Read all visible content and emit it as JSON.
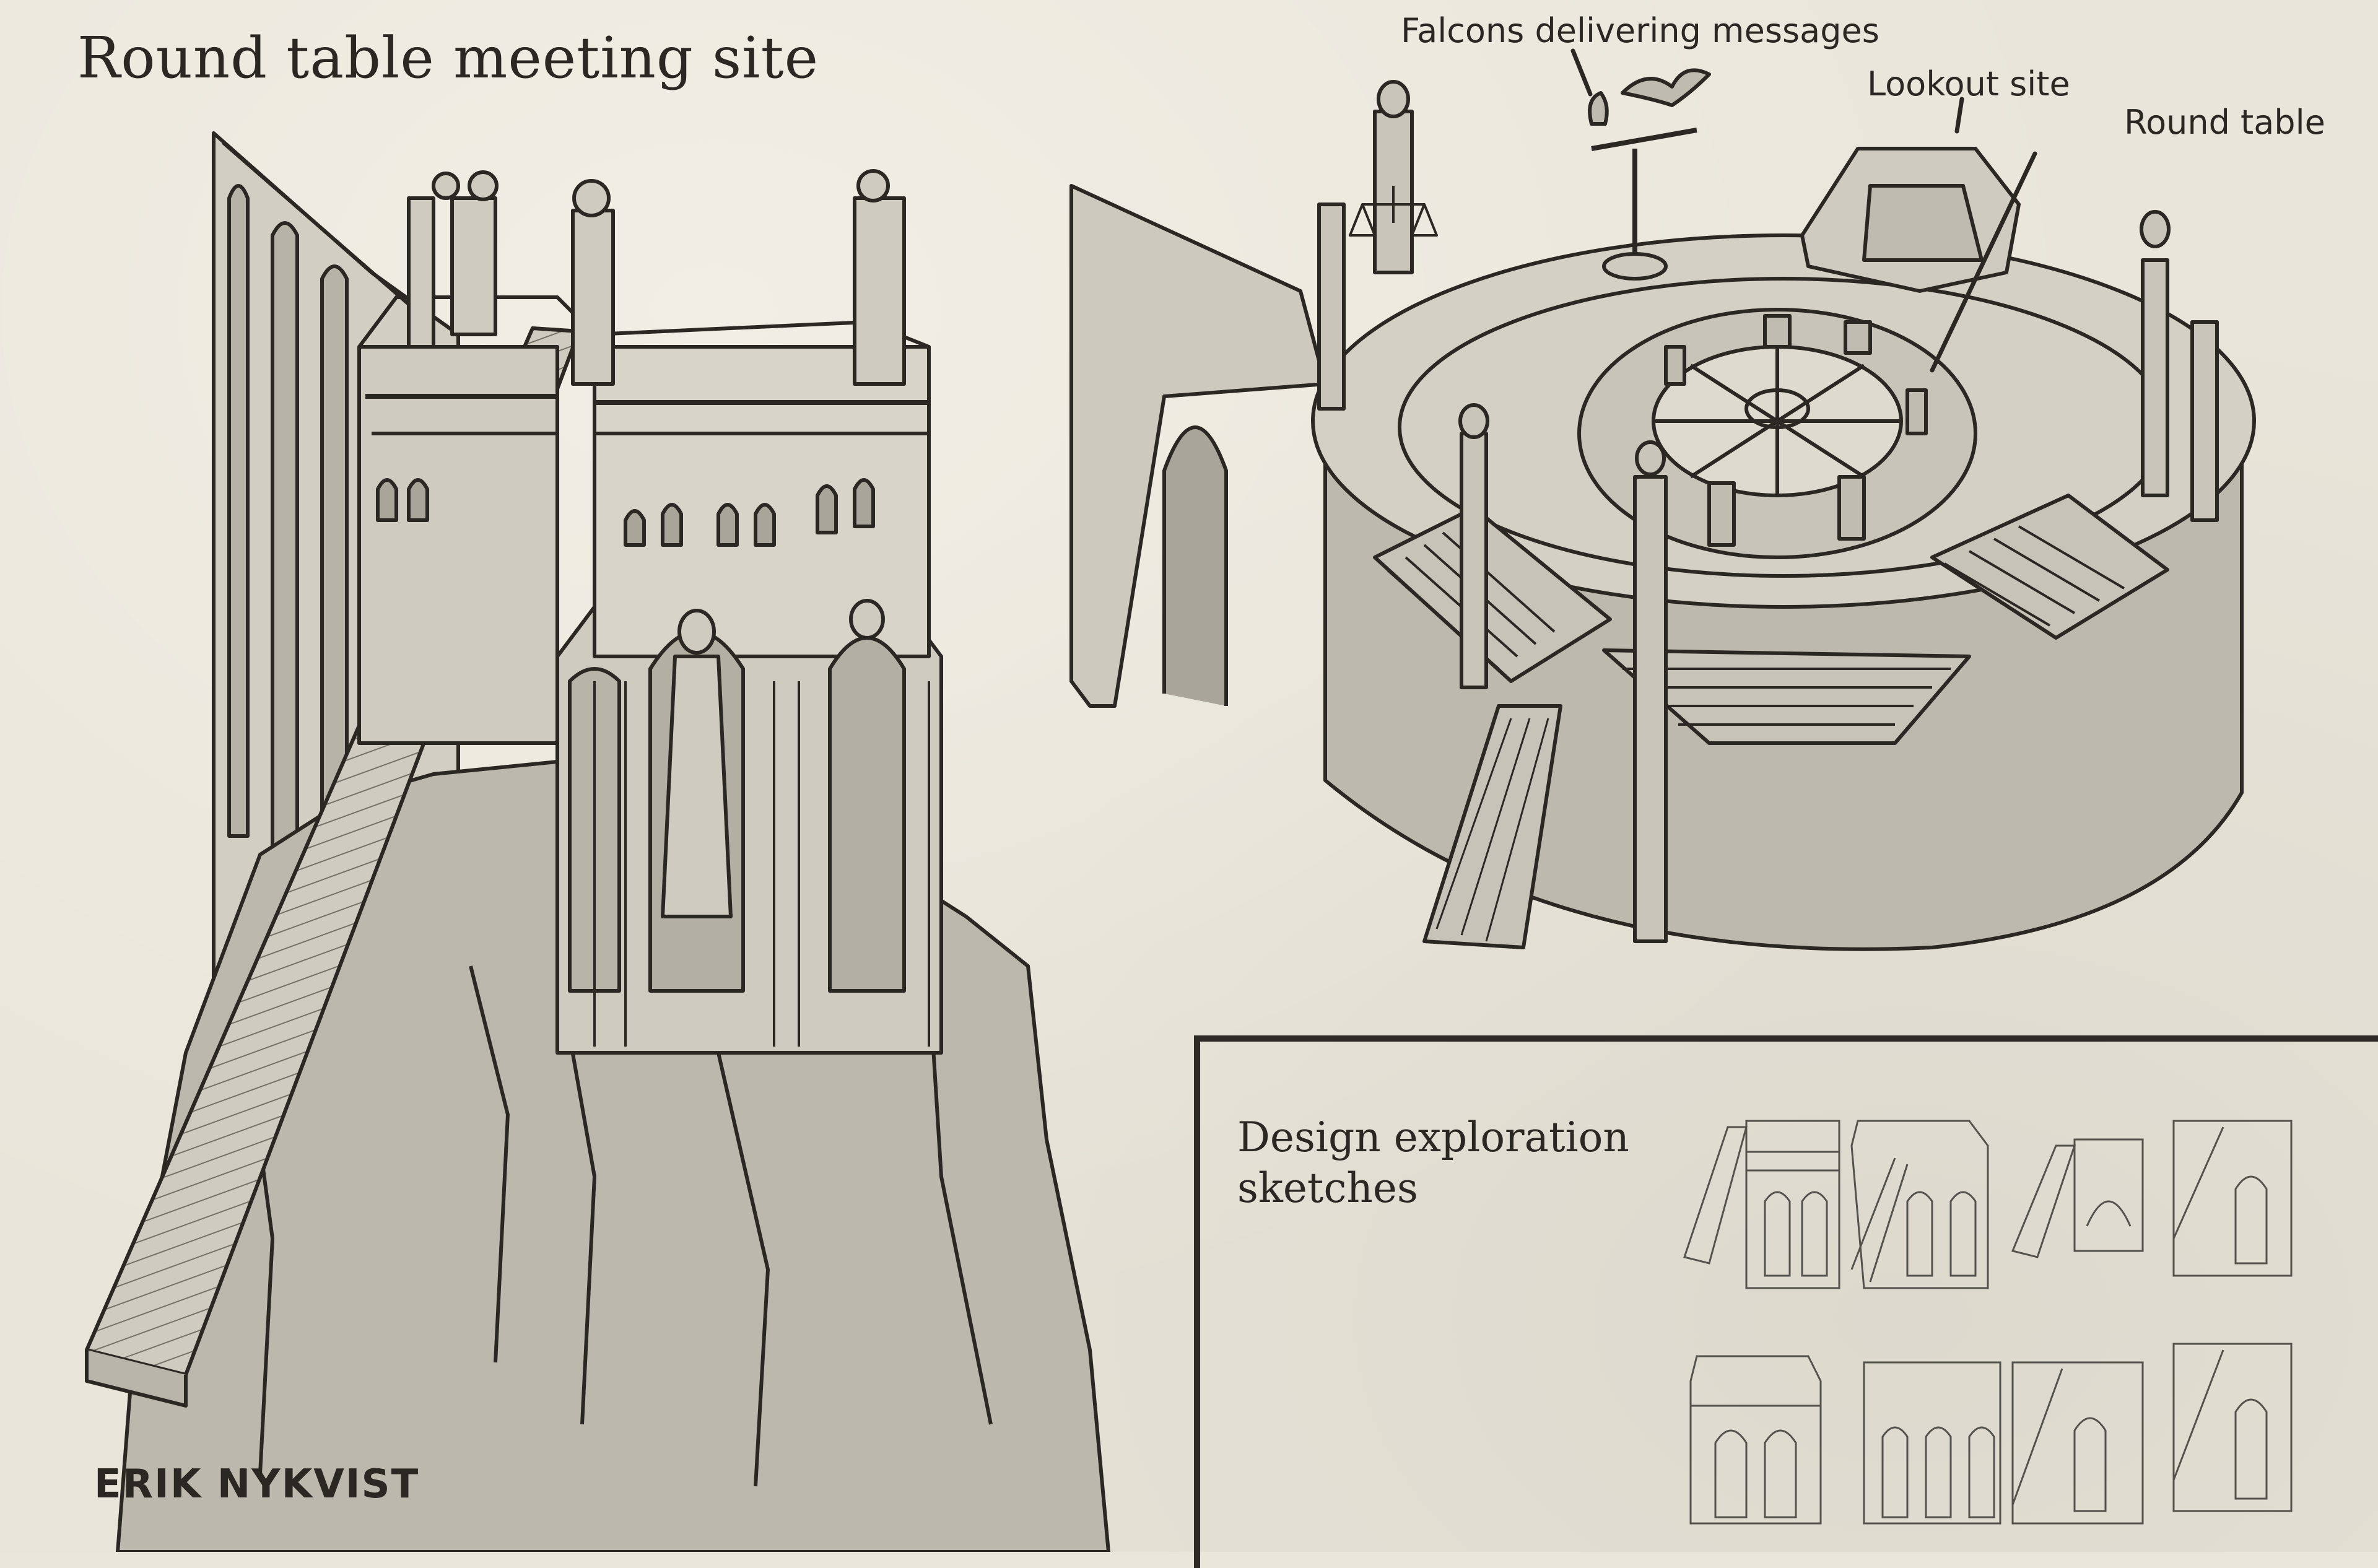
{
  "title": "Round table meeting site",
  "callouts": {
    "falcons": "Falcons delivering messages",
    "lookout": "Lookout site",
    "round_table": "Round table"
  },
  "exploration": {
    "heading": "Design exploration sketches"
  },
  "artist": "ERIK NYKVIST",
  "colors": {
    "paper": "#e9e5da",
    "ink": "#2b2823",
    "wash": "#c9c5ba",
    "wash_dark": "#aaa69c"
  }
}
